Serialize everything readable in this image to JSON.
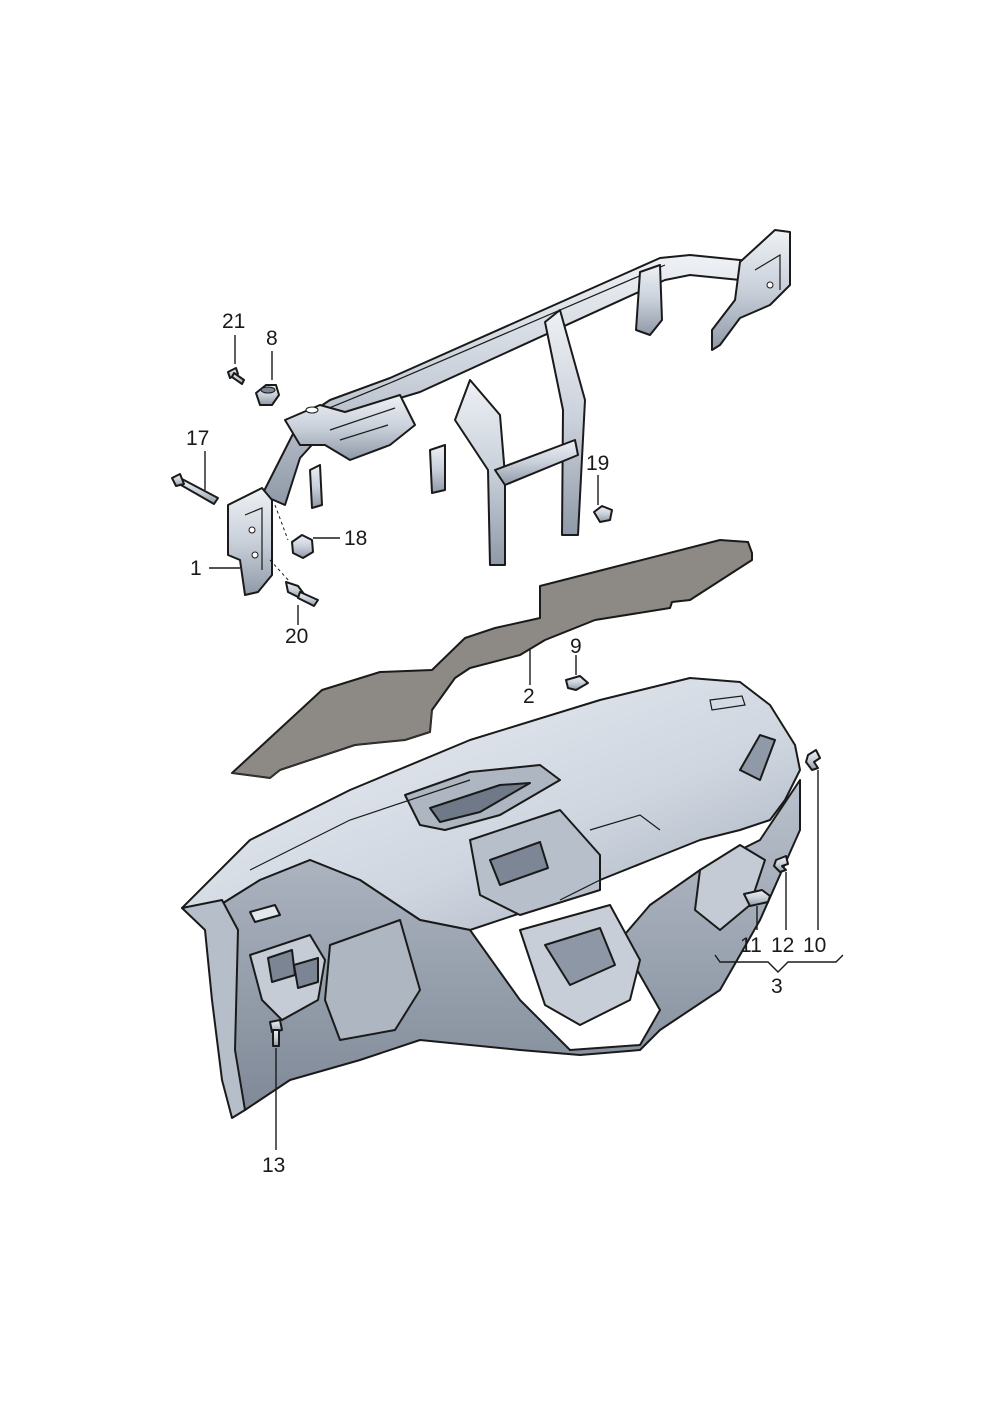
{
  "diagram": {
    "callouts": [
      {
        "id": "c1",
        "text": "1"
      },
      {
        "id": "c2",
        "text": "2"
      },
      {
        "id": "c3",
        "text": "3"
      },
      {
        "id": "c8",
        "text": "8"
      },
      {
        "id": "c9",
        "text": "9"
      },
      {
        "id": "c10",
        "text": "10"
      },
      {
        "id": "c11",
        "text": "11"
      },
      {
        "id": "c12",
        "text": "12"
      },
      {
        "id": "c13",
        "text": "13"
      },
      {
        "id": "c17",
        "text": "17"
      },
      {
        "id": "c18",
        "text": "18"
      },
      {
        "id": "c19",
        "text": "19"
      },
      {
        "id": "c20",
        "text": "20"
      },
      {
        "id": "c21",
        "text": "21"
      }
    ],
    "colors": {
      "metal": "#cdd3dc",
      "metal_dark": "#9aa4b1",
      "metal_light": "#e9edf2",
      "insulation": "#8a8682",
      "panel": "#d7dde6",
      "panel_shadow": "#a9b2be",
      "line": "#1a1a1a"
    }
  }
}
